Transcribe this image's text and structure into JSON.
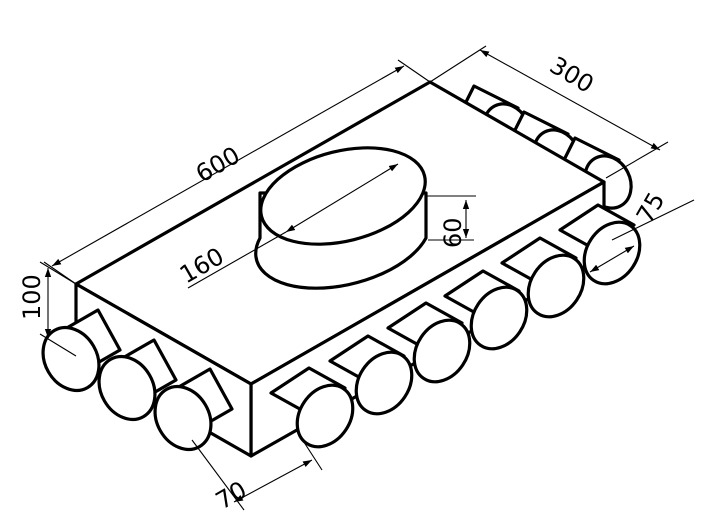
{
  "dimensions": {
    "length": "600",
    "width": "300",
    "height": "100",
    "collar_diameter": "160",
    "collar_height": "60",
    "outlet_diameter": "75",
    "outlet_length": "70"
  }
}
